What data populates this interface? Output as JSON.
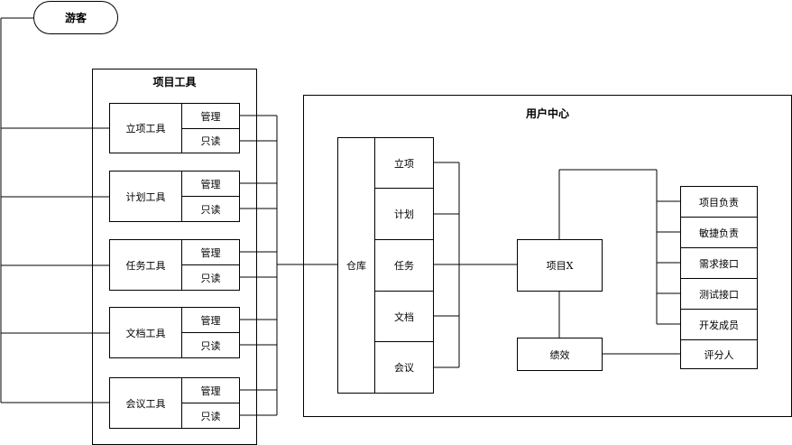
{
  "guest": "游客",
  "project_tools": {
    "title": "项目工具",
    "tools": [
      {
        "name": "立项工具",
        "manage": "管理",
        "readonly": "只读"
      },
      {
        "name": "计划工具",
        "manage": "管理",
        "readonly": "只读"
      },
      {
        "name": "任务工具",
        "manage": "管理",
        "readonly": "只读"
      },
      {
        "name": "文档工具",
        "manage": "管理",
        "readonly": "只读"
      },
      {
        "name": "会议工具",
        "manage": "管理",
        "readonly": "只读"
      }
    ]
  },
  "user_center": {
    "title": "用户中心",
    "repository": "仓库",
    "repo_items": [
      "立项",
      "计划",
      "任务",
      "文档",
      "会议"
    ],
    "project": "项目X",
    "performance": "绩效",
    "roles": [
      "项目负责",
      "敏捷负责",
      "需求接口",
      "测试接口",
      "开发成员"
    ],
    "rater": "评分人"
  }
}
